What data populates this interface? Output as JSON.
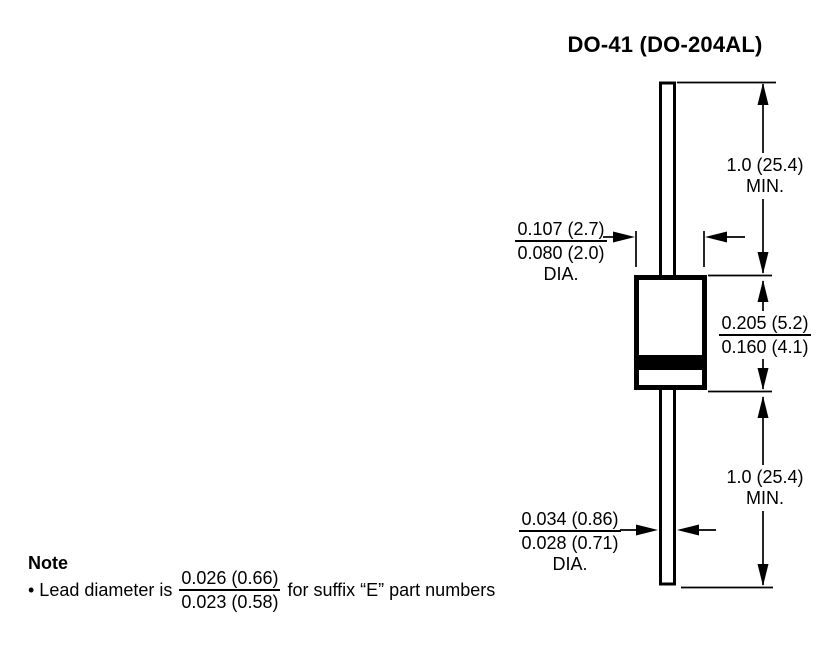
{
  "title": "DO-41 (DO-204AL)",
  "colors": {
    "ink": "#000000",
    "background": "#ffffff"
  },
  "dimensions": {
    "top_lead_length": {
      "value": "1.0 (25.4)",
      "qualifier": "MIN."
    },
    "body_diameter": {
      "max": "0.107 (2.7)",
      "min": "0.080 (2.0)",
      "label": "DIA."
    },
    "body_length": {
      "max": "0.205 (5.2)",
      "min": "0.160 (4.1)"
    },
    "bottom_lead_length": {
      "value": "1.0 (25.4)",
      "qualifier": "MIN."
    },
    "lead_diameter": {
      "max": "0.034 (0.86)",
      "min": "0.028 (0.71)",
      "label": "DIA."
    }
  },
  "note": {
    "heading": "Note",
    "bullet_prefix": "• Lead diameter is",
    "e_suffix_lead_diameter": {
      "max": "0.026 (0.66)",
      "min": "0.023 (0.58)"
    },
    "bullet_suffix": "for suffix “E” part numbers"
  }
}
